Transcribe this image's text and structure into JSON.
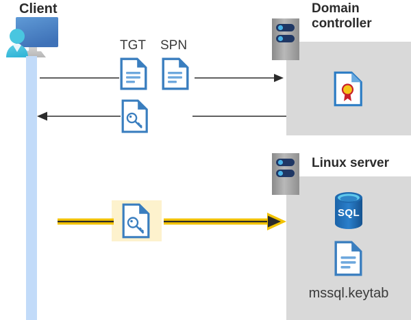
{
  "diagram": {
    "title_client": "Client",
    "title_domain_controller": "Domain\ncontroller",
    "title_linux_server": "Linux server",
    "keytab_file": "mssql.keytab",
    "ticket_labels": {
      "tgt": "TGT",
      "spn": "SPN"
    },
    "icons": {
      "client": "client-workstation-icon",
      "server_rack": "server-rack-icon",
      "certificate": "certificate-document-icon",
      "sql_database": "sql-database-icon",
      "key_document": "key-document-icon",
      "text_document": "text-document-icon"
    },
    "flows": [
      {
        "id": "request",
        "direction": "right",
        "from": "Client",
        "to": "Domain controller",
        "payload": [
          "TGT",
          "SPN"
        ],
        "color": "#2b2b2b",
        "highlighted": false
      },
      {
        "id": "response",
        "direction": "left",
        "from": "Domain controller",
        "to": "Client",
        "payload": [
          "service-ticket"
        ],
        "color": "#2b2b2b",
        "highlighted": false
      },
      {
        "id": "authenticate",
        "direction": "right",
        "from": "Client",
        "to": "Linux server",
        "payload": [
          "service-ticket"
        ],
        "color": "#f2c200",
        "highlighted": true
      }
    ],
    "colors": {
      "panel_grey": "#d9d9d9",
      "lifeline_blue": "#c2dbf9",
      "highlight_yellow": "#fdf2cd",
      "arrow_yellow": "#f2c200",
      "arrow_dark": "#2b2b2b",
      "doc_blue": "#3a7ebf",
      "sql_blue": "#1f6bb0",
      "cert_gold": "#f5c518",
      "cert_red": "#c8202a",
      "text_dark": "#2b2b2b"
    }
  }
}
